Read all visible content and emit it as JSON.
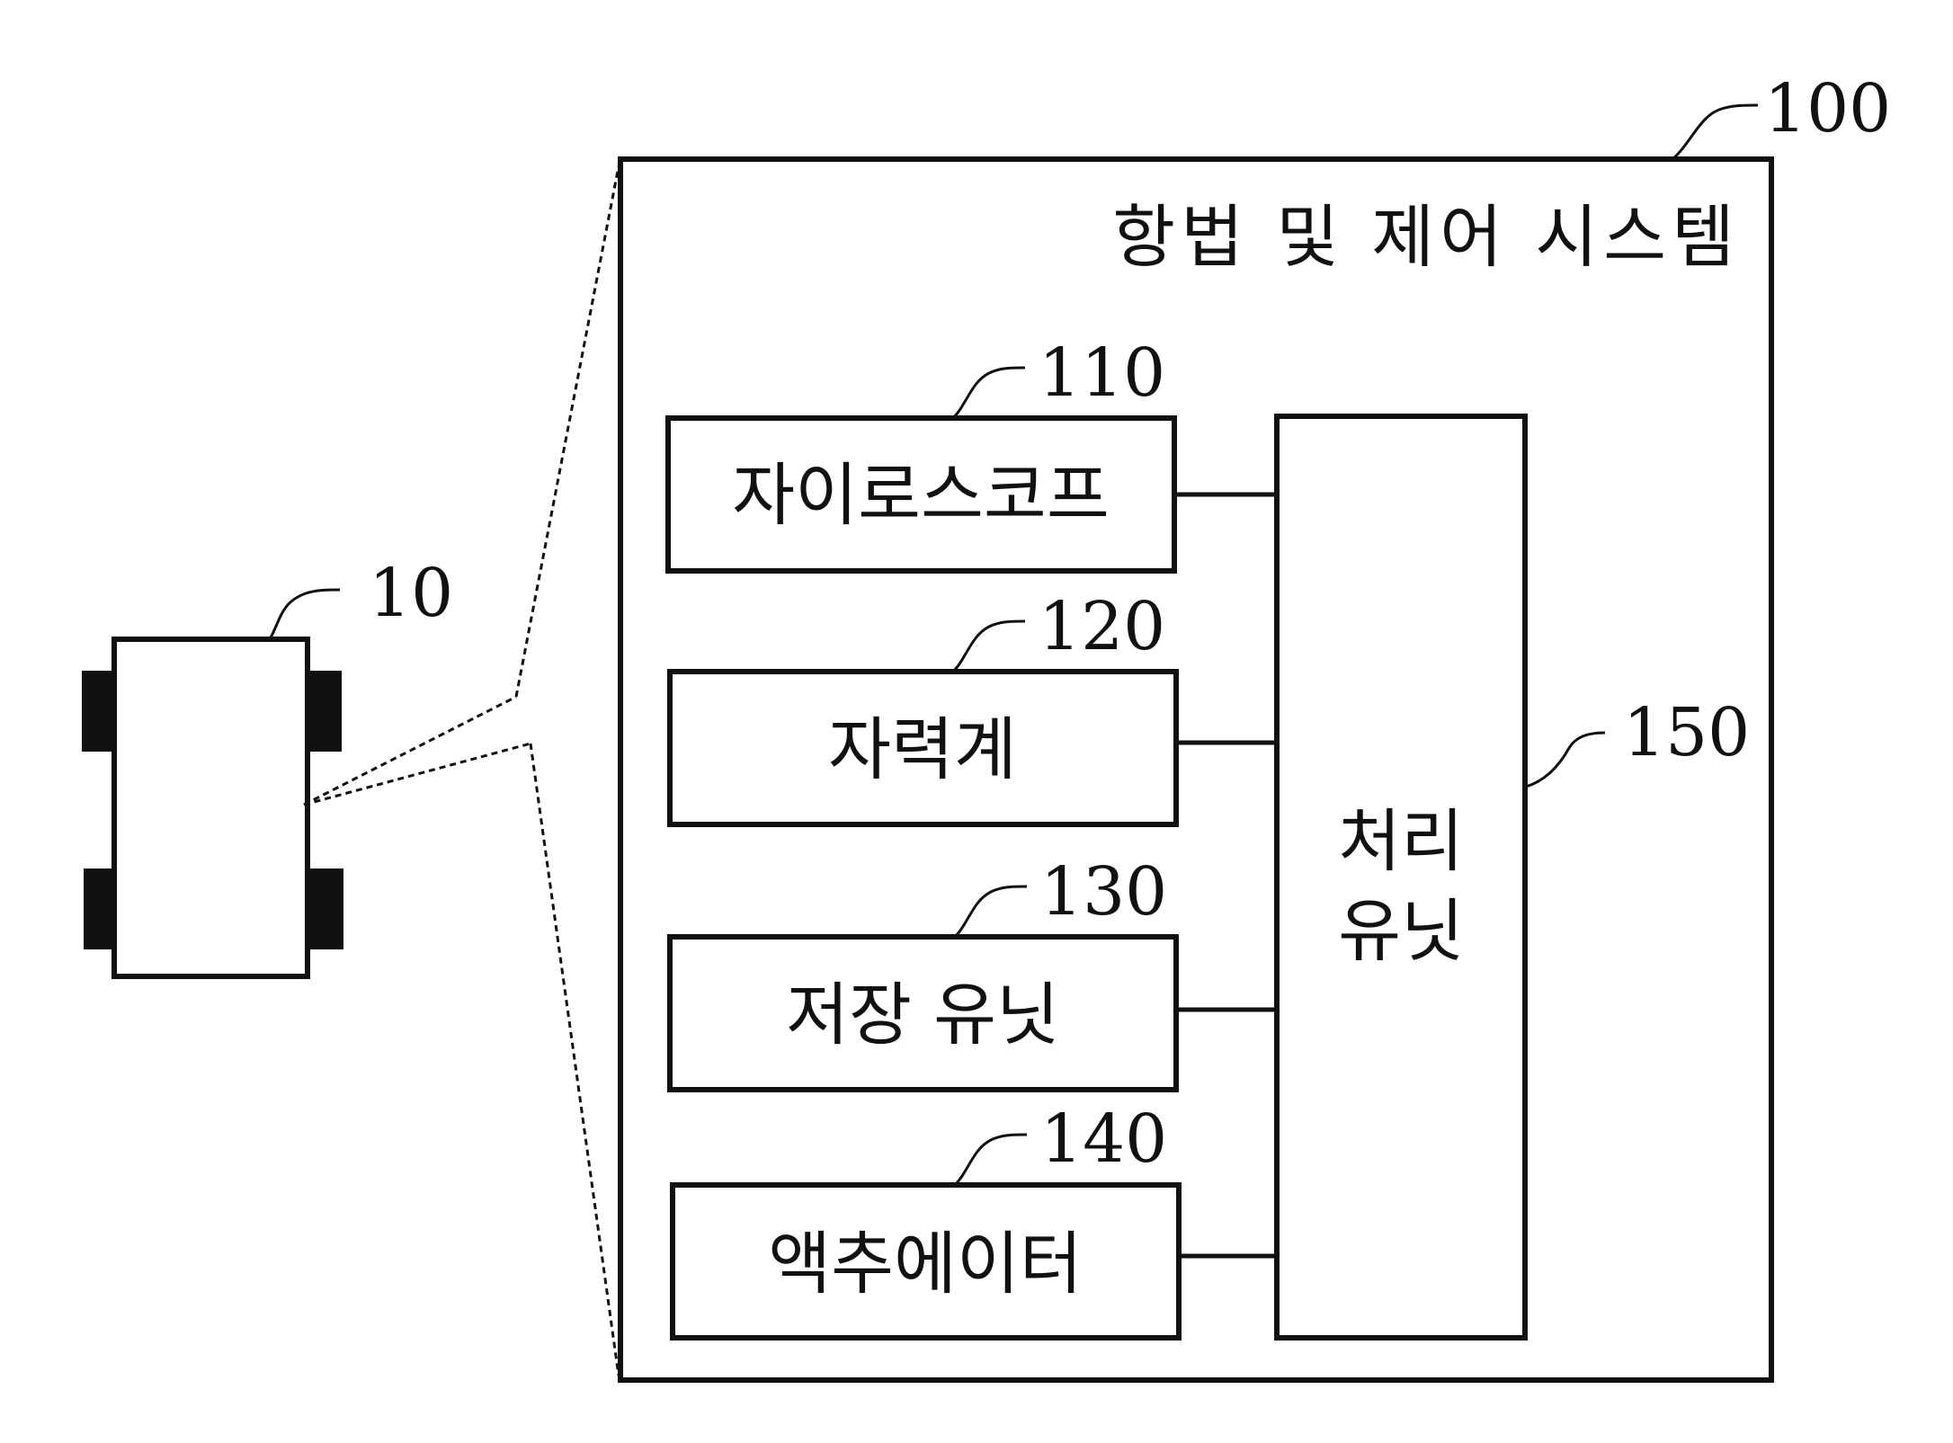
{
  "diagram": {
    "vehicle": {
      "ref": "10"
    },
    "system": {
      "ref": "100",
      "title": "항법 및 제어 시스템"
    },
    "components": [
      {
        "id": "gyroscope",
        "ref": "110",
        "label": "자이로스코프"
      },
      {
        "id": "magnetometer",
        "ref": "120",
        "label": "자력계"
      },
      {
        "id": "storage",
        "ref": "130",
        "label": "저장 유닛"
      },
      {
        "id": "actuator",
        "ref": "140",
        "label": "액추에이터"
      }
    ],
    "processor": {
      "ref": "150",
      "label_line1": "처리",
      "label_line2": "유닛"
    }
  }
}
